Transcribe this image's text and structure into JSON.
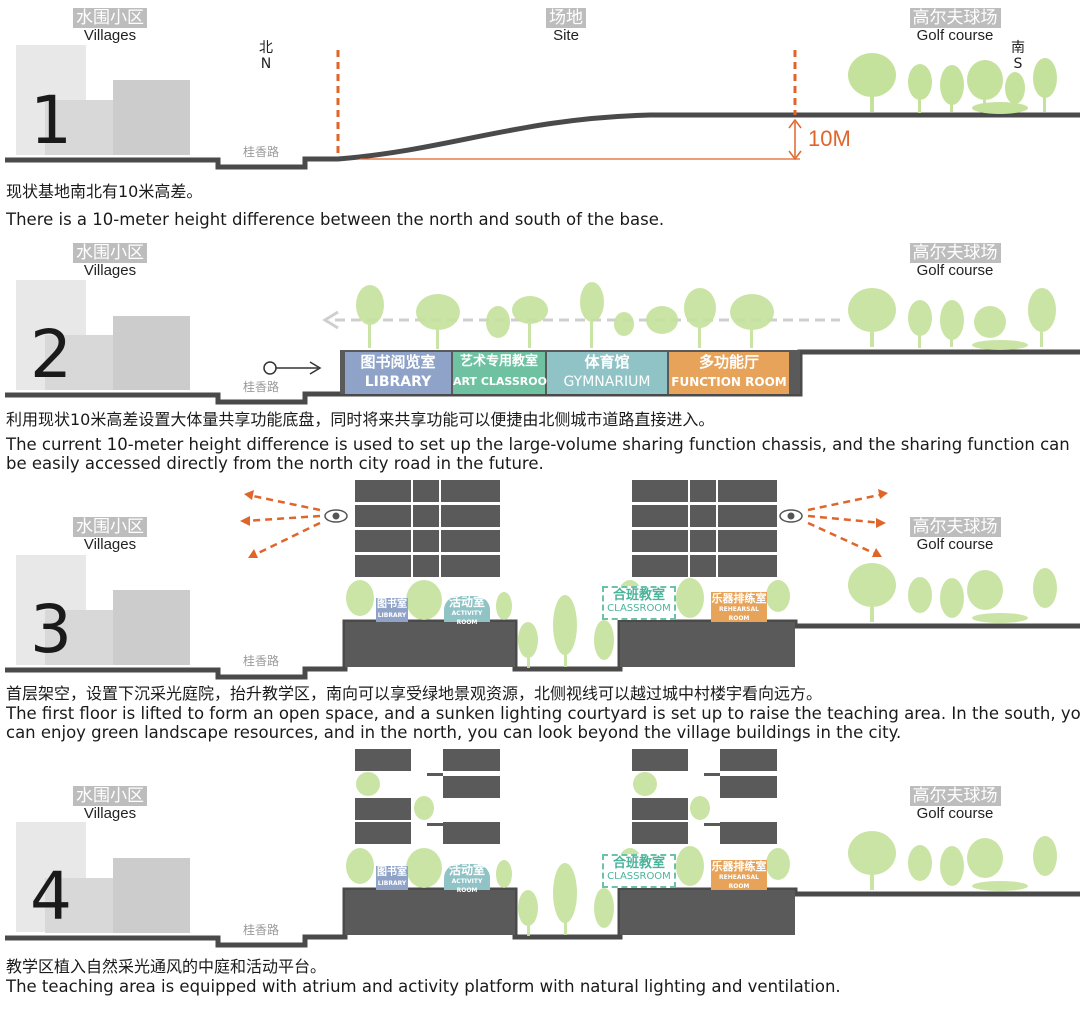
{
  "labels": {
    "villages_cn": "水围小区",
    "villages_en": "Villages",
    "golf_cn": "高尔夫球场",
    "golf_en": "Golf course",
    "site_cn": "场地",
    "site_en": "Site",
    "north_cn": "北",
    "north_en": "N",
    "south_cn": "南",
    "south_en": "S",
    "road": "桂香路",
    "height_diff": "10M"
  },
  "panels": [
    {
      "number": "1",
      "caption_cn": "现状基地南北有10米高差。",
      "caption_en": "There is a 10-meter height difference between the north and south of the base."
    },
    {
      "number": "2",
      "caption_cn": "利用现状10米高差设置大体量共享功能底盘，同时将来共享功能可以便捷由北侧城市道路直接进入。",
      "caption_en": "The current 10-meter height difference is used to set up the large-volume sharing function chassis, and the sharing function can be easily accessed directly from the north city road in the future."
    },
    {
      "number": "3",
      "caption_cn": "首层架空，设置下沉采光庭院，抬升教学区，南向可以享受绿地景观资源，北侧视线可以越过城中村楼宇看向远方。",
      "caption_en": "The first floor is lifted to form an open space, and a sunken lighting courtyard is set up to raise the teaching area. In the south, you can enjoy green landscape resources, and in the north, you can look beyond the village buildings in the city."
    },
    {
      "number": "4",
      "caption_cn": "教学区植入自然采光通风的中庭和活动平台。",
      "caption_en": "The teaching area is equipped with atrium and activity platform with natural lighting and ventilation."
    }
  ],
  "functions": [
    {
      "cn": "图书阅览室",
      "en": "LIBRARY",
      "color": "#8fa3c9"
    },
    {
      "cn": "艺术专用教室",
      "en": "ART CLASSROOM",
      "color": "#6fc2a1"
    },
    {
      "cn": "体育馆",
      "en": "GYMNARIUM",
      "color": "#8fc3c6"
    },
    {
      "cn": "多功能厅",
      "en": "FUNCTION ROOM",
      "color": "#e7a35a"
    }
  ],
  "rooms": {
    "library": {
      "cn": "图书室",
      "en": "LIBRARY",
      "color": "#8fa3c9"
    },
    "activity": {
      "cn": "活动室",
      "en": "ACTIVITY ROOM",
      "color": "#8fc3c6"
    },
    "classroom": {
      "cn": "合班教室",
      "en": "CLASSROOM",
      "color": "#4bb39a"
    },
    "rehearsal": {
      "cn": "乐器排练室",
      "en": "REHEARSAL ROOM",
      "color": "#e7a35a"
    }
  },
  "colors": {
    "ground": "#4a4a4a",
    "building_grey": "#cfcfcf",
    "tree_green": "#b9dc8c",
    "accent_orange": "#e0652a",
    "teaching_block": "#5a5a5a"
  }
}
